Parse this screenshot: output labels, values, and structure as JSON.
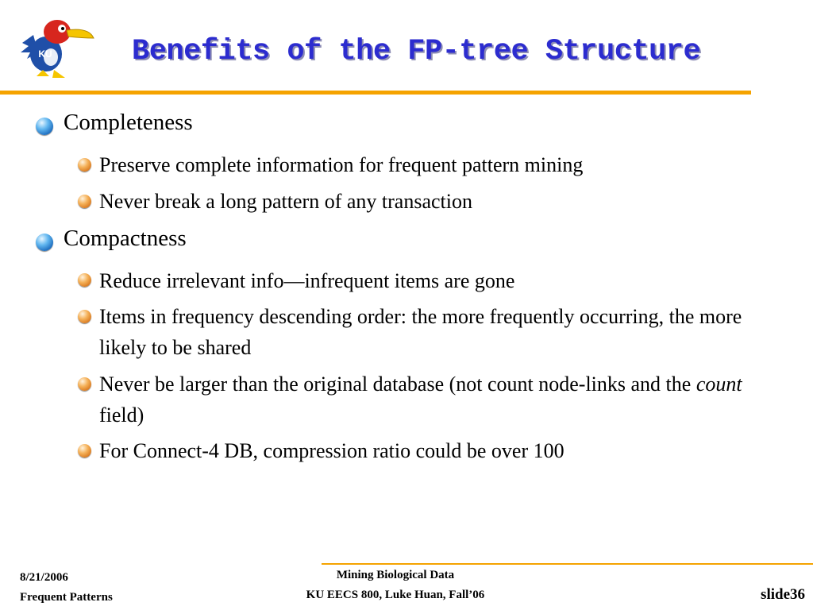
{
  "slide": {
    "title": "Benefits of the FP-tree Structure",
    "logo": {
      "icon": "jayhawk-logo-icon",
      "text": "KU",
      "colors": {
        "red": "#d7261e",
        "blue": "#1f4fa8",
        "yellow": "#f5c500"
      }
    },
    "bullets": [
      {
        "text": "Completeness",
        "sub": [
          {
            "text": "Preserve complete information for frequent pattern mining"
          },
          {
            "text": "Never break a long pattern of any transaction"
          }
        ]
      },
      {
        "text": "Compactness",
        "sub": [
          {
            "text": "Reduce irrelevant info—infrequent items are gone"
          },
          {
            "text": "Items in frequency descending order: the more frequently occurring, the more likely to be shared"
          },
          {
            "pre": "Never be larger than the original database (not count node-links and the ",
            "em": "count",
            "post": " field)"
          },
          {
            "text": "For Connect-4 DB, compression ratio could be over 100"
          }
        ]
      }
    ]
  },
  "footer": {
    "date": "8/21/2006",
    "topic": "Frequent Patterns",
    "course_title": "Mining Biological Data",
    "course_info": "KU EECS 800, Luke Huan, Fall’06",
    "slide_number": "slide36"
  },
  "colors": {
    "title": "#2c2ccf",
    "accent_rule": "#f5a300",
    "bullet_level1": "#1f6fc0",
    "bullet_level2": "#d9791f"
  }
}
